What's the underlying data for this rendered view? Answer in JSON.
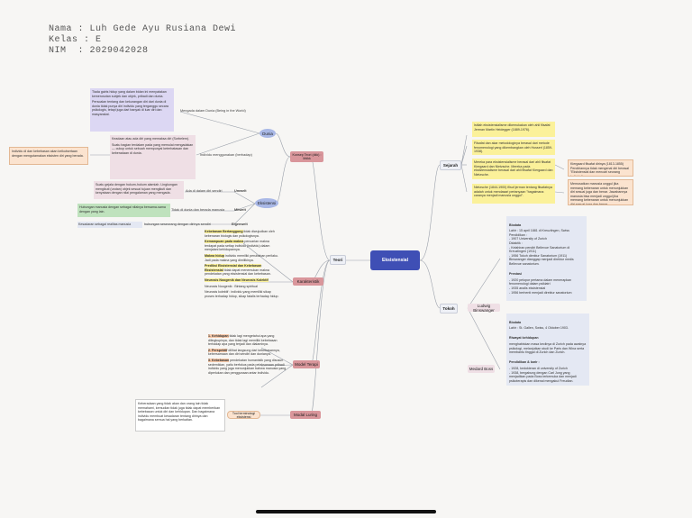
{
  "header": {
    "name": "Nama : Luh Gede Ayu Rusiana Dewi",
    "class": "Kelas : E",
    "nim": "NIM  : 2029042028"
  },
  "colors": {
    "root": "#3f4fb5",
    "node_pink": "#d9969b",
    "node_blue": "#a9b8e6",
    "note_purple": "#dcd7f3",
    "note_yellow": "#fbf19a",
    "note_orange": "#fbe3cf",
    "note_pink": "#efdfe5",
    "note_green": "#bfe2bd",
    "note_gray": "#e4e8f3"
  },
  "root": "Eksistensial",
  "branches": {
    "teori": "Teori",
    "sejarah": "Sejarah",
    "tokoh": "Tokoh",
    "konsep_teori": "Konsep Teori (dkk) : Mdkk",
    "dunia": "Dunia",
    "keberadaan": "Eksistensi",
    "karakteristik": "Karakteristik",
    "model": "Model Terapi",
    "modal": "Modal Luring",
    "ludwig": "Ludwig Binswanger",
    "medard": "Medard Boss"
  },
  "labels": {
    "l1": "Mengada dalam Dunia (Being in the World)",
    "l2": "Individu menggunakan (berhadap)",
    "l3": "Ada di dalam diri sendiri",
    "l4": "Tidak di dunia dan berada manusia",
    "l5": "hubungan seseorang dengan dirinya sendiri",
    "l6": "Tool terminologi eksistensi",
    "u1": "Umwelt",
    "u2": "Mitwelt",
    "u3": "Eigenwelt"
  },
  "notes": {
    "n1": "Tiada gairis hidup yang dalam bidan ini menyatakan kemerosotan subjek dan objek, pribadi dan dunia.",
    "n1b": "Persoalan tentang dan kekurangan diri dari dunia di dunia tidak punya diri individu yang terganggu secara psikologis, tetapi juga dari banyak di luar diri dan masyarakat.",
    "n2": "Keadaan atau ada diri yang memaksa diri (Sorbelem).",
    "n2b": "Suatu bagian terdalam pada yang memulai mengadakan — cukup untuk sebuah mempunyai keterbatasan dan keberadaan di dunia.",
    "n3": "Suatu gejala dengan hukum-hukum alamiah. Lingkungan mengikuti (urutan) objek sesuai tujuan mengikuti dan kenyataan dengan nilai pengalaman yang mengada.",
    "n4": "Hubungan manusia dengan sebagai nilainya bersama-sama dengan yang lain.",
    "n5": "Kesadaran sebagai realitas manusia",
    "n6": "Individu di dan kebebasan akan keikutsertaan dengan mengutamakan eksisten diri yang berada.",
    "kar1_t": "Kebebasan Bertanggung",
    "kar1": "tidak diwujudkan oleh kebenaran biologis dan psikologisnya.",
    "kar2_t": "Kemampuan pada makna",
    "kar2": "pencarian makna terdapat pada setiap individu (individu) dalam menjalani kehidupannya.",
    "kar3_t": "Makna hidup",
    "kar3": "individu memiliki perubahan perilaku. Jadi pada makna yang dimilikinya.",
    "kar4_t": "Prediksi Eksistensial dan Kebebasan Eksistensial",
    "kar4": "tidak dapat menemukan makna pendekatan yang eksistensial dan kebebasan.",
    "kar5": "Neurosis Noogenik dan Neurosis Kolektif",
    "kar6": "Neurosis Noogenik : Bintang spiritual",
    "kar7": "Neurosis kolektif : individu yang memiliki sikap proses terhadap hidup, sikap fatalis terhadap hidup.",
    "m1_t": "1. Kehidupan",
    "m1": "tidak lagi mengetahui apa yang dilingkupinya, dan tidak lagi memiliki kebebasan terhadap apa yang terjadi dan dialaminya.",
    "m2_t": "2. Perspektif",
    "m2": "dilihat langsung dari kebebasannya, kebersamaan dan diri sendiri dan dunianya.",
    "m3_t": "3. Kebebasan",
    "m3": "pendekatan humanistik yang disusun sedemikian, yaitu berfokus pada pelaksanaan pribadi individu yang juga menunjukkan bahwa manusia yang diperlukan dan penggunaan antar individu.",
    "m4": "Keberadaan yang tidak akan dan orang lain tidak memahami, kemudian tidak juga tidak dapat memberikan kebebasan untuk diri dan kehidupan. Dan bagaimana individu membuat kesadaran tentang dirinya dan bagaimana semua hal yang berkaitan.",
    "s1": "Istilah eksistensialisme dikemukakan oleh ahli filsafat Jerman Martin Heidegger (1889-1976).",
    "s2": "Filsafat dan akar metodologinya berasal dari metode fenomenologi yang dikembangkan oleh Husserl (1859-1938).",
    "s3": "Mereka para eksistensialisme berasal dari ahli filsafat Kiergaard dan Nietzsche. Mereka pada eksistensialisme berasal dari ahli filsafat Kiergaard dan Nietzsche.",
    "s4": "Nietzsche (1844-1900) filsuf jerman tentang filsafatnya adalah untuk mendasari pertanyaan \"bagaimana caranya menjadi manusia unggul\".",
    "s5": "Kiergaard filsafat dirinya (1813-1855) Pendiriannya tidak mengenal diri berasal \"Eksistensial dan mencari seorang individu\".",
    "s6": "Memusatkan manusia unggul jika memang kebenaran untuk menunjukkan diri sesuai juga dan benar. Jawabannya manusia bisa menjadi unggul jika memang kebenaran untuk menunjukkan diri sesuai juga dan benar.",
    "t1_h": "Biodata",
    "t1": "Lahir : 15 april 1881 di Kreuzlingen, Swiss\nPendidikan :\n- 1907 University of Zurich\nDidaktik :\n- Kelahiran pendiri Bellevue Sanatorium di Kreuzlingen (1911)\n- 1956 Tokoh direktur Sanatorium (1911) Binswanger dianggap menjadi direktur medis Bellevue sanatorium.",
    "t1b_h": "Prestasi",
    "t1b": "- 1920 pelopor pertama dalam menerapkan fenomenologi dalam psikiatri\n- 1935 analis eksistensial\n- 1956 berhenti menjadi direktur sanatorium",
    "t2_h": "Biodata",
    "t2": "Lahir : St. Gallen, Swiss, 4 Oktober 1903.",
    "t2b_h": "Riwayat kehidupan",
    "t2b": "menghabiskan masa kecilnya di Zurich pada awalnya psikologi, melanjutkan studi ke Paris dan Wina serta membantu tinggal di Zurich dan Zurich.",
    "t2c_h": "Pendidikan & karir :",
    "t2c": "- 1928, kedokteran di university of Zurich\n- 1938, bergabung dengan Carl Jung yang menjadikan pada Boss terkemuka dan menjadi psikoterapis dan dikenal mengakui Freudian."
  }
}
